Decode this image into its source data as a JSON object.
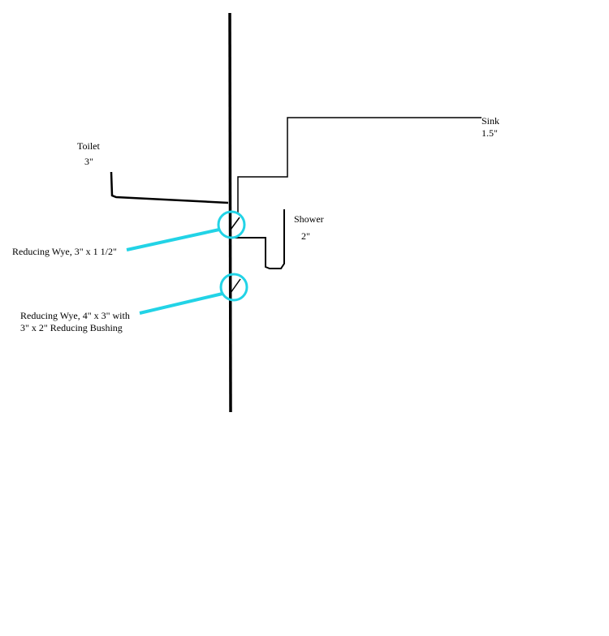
{
  "labels": {
    "toilet_name": "Toilet",
    "toilet_size": "3\"",
    "sink_name": "Sink",
    "sink_size": "1.5\"",
    "shower_name": "Shower",
    "shower_size": "2\"",
    "wye1": "Reducing Wye, 3\" x 1 1/2\"",
    "wye2_line1": "Reducing Wye, 4\" x 3\" with",
    "wye2_line2": "3\" x 2\" Reducing Bushing"
  },
  "colors": {
    "pipe": "#000000",
    "callout": "#22d3e6",
    "background": "#ffffff"
  }
}
